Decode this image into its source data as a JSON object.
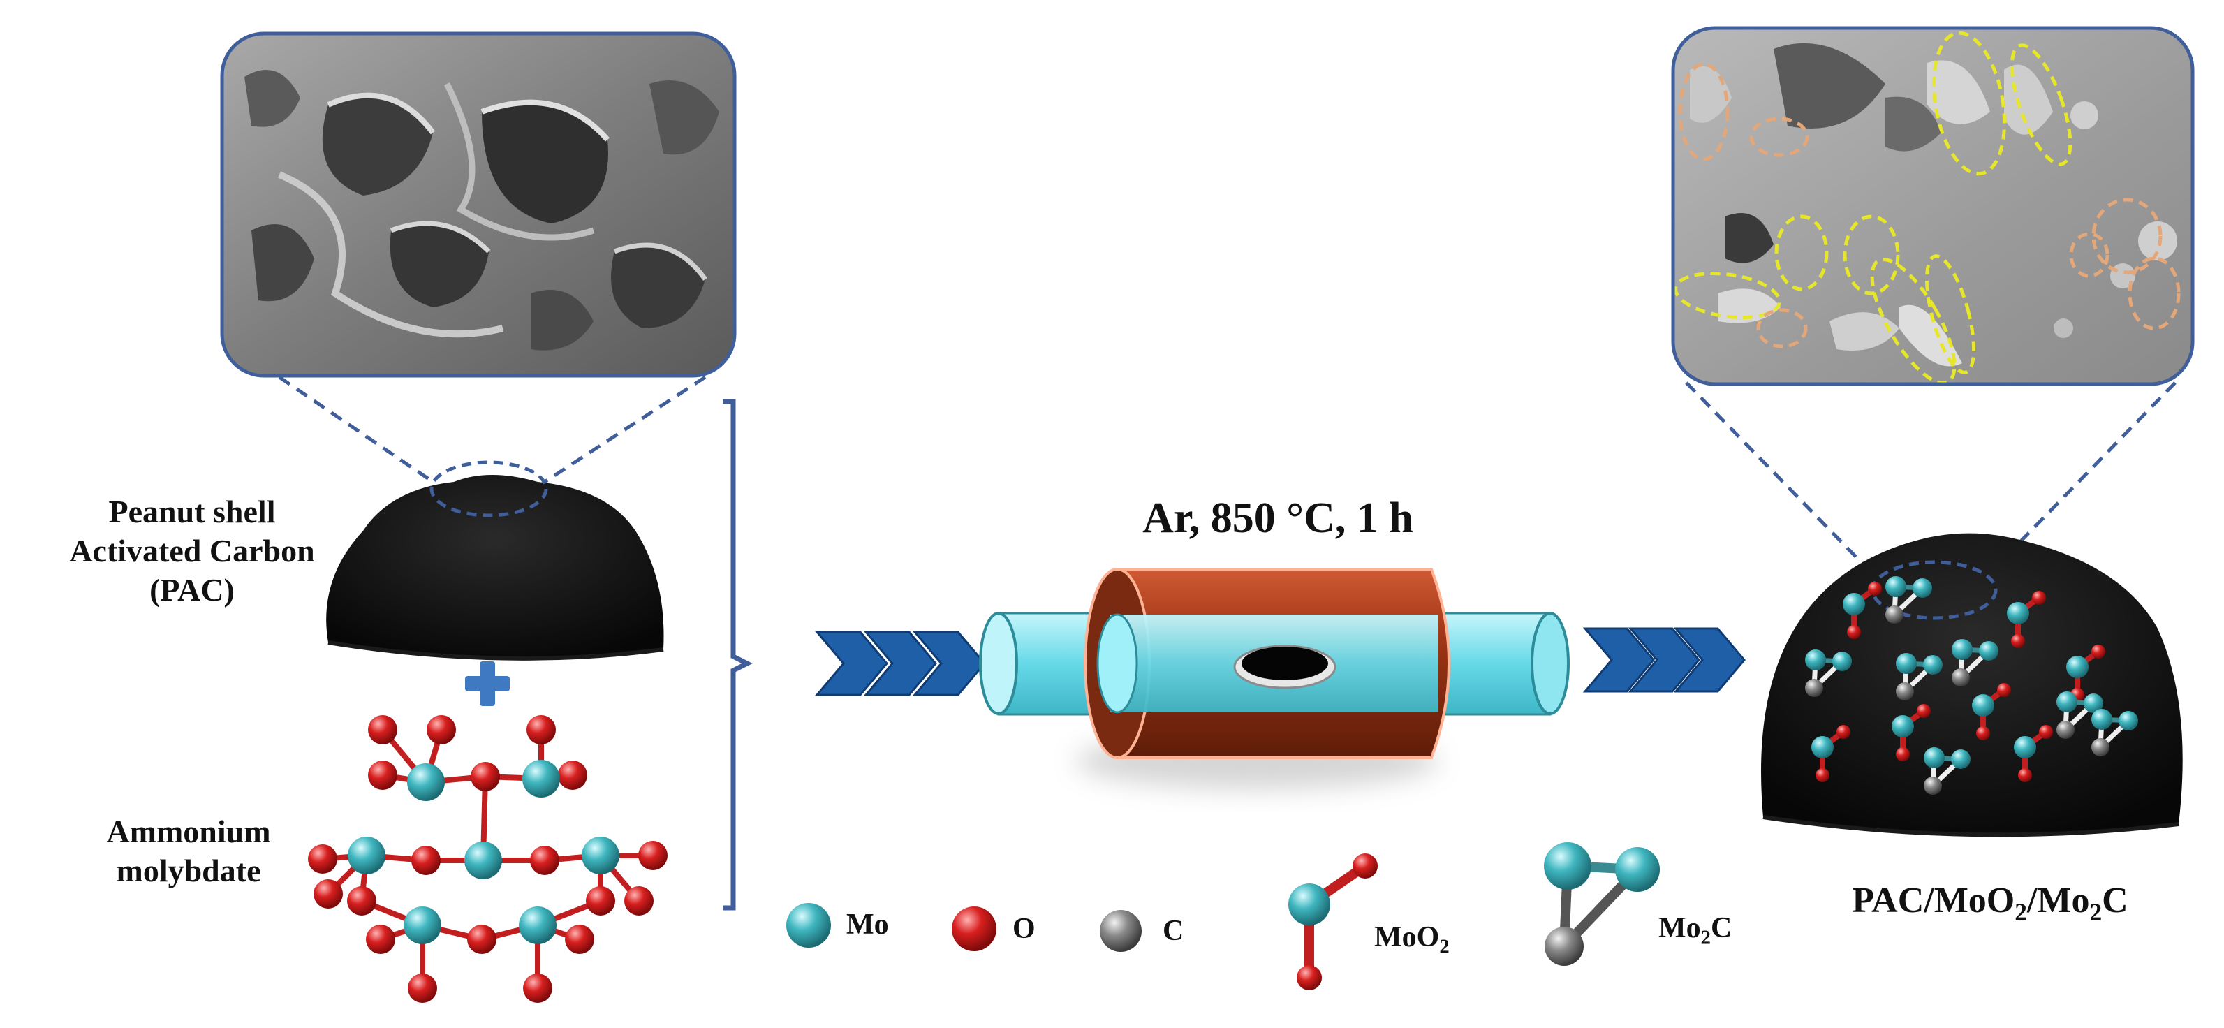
{
  "colors": {
    "mo": "#3fb6bf",
    "o": "#d81f1f",
    "c": "#7a7a7a",
    "arrow": "#1f5fa8",
    "frame": "#3f5e9a",
    "furnace": "#a13616",
    "tube": "#7fe3ef"
  },
  "labels": {
    "pac_line1": "Peanut shell",
    "pac_line2": "Activated Carbon",
    "pac_line3": "(PAC)",
    "am_line1": "Ammonium",
    "am_line2": "molybdate",
    "conditions": "Ar, 850 °C, 1 h",
    "product_pre": "PAC/MoO",
    "product_sub1": "2",
    "product_mid": "/Mo",
    "product_sub2": "2",
    "product_post": "C"
  },
  "legend": {
    "mo": "Mo",
    "o": "O",
    "c": "C",
    "moo2_base": "MoO",
    "moo2_sub": "2",
    "mo2c_base": "Mo",
    "mo2c_sub": "2",
    "mo2c_tail": "C"
  },
  "icons": [
    "sem-image-pac",
    "sem-image-product",
    "plus-icon",
    "chevron-arrow-icon",
    "tube-furnace-icon",
    "molecule-icon"
  ]
}
